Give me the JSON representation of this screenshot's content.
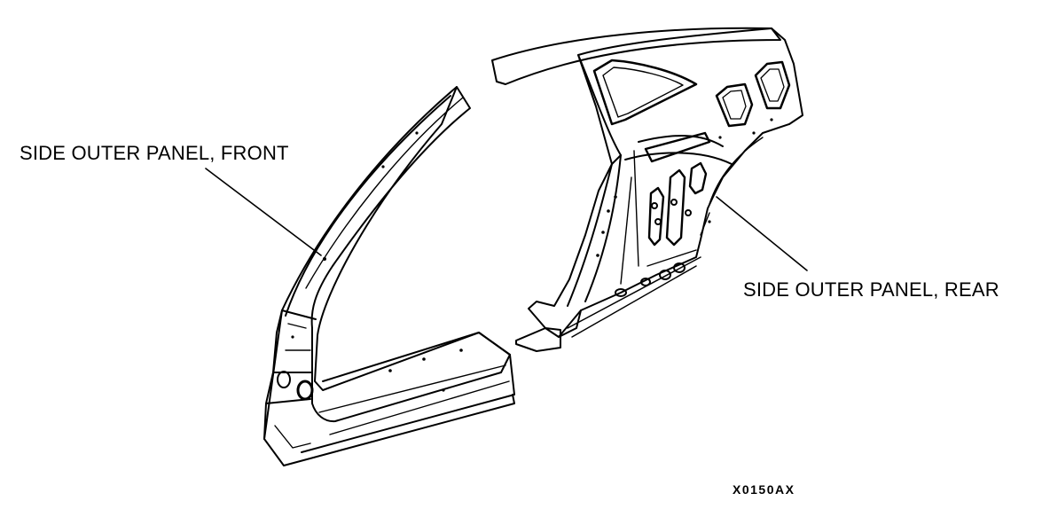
{
  "labels": {
    "front": "SIDE OUTER PANEL, FRONT",
    "rear": "SIDE OUTER PANEL, REAR"
  },
  "figure_code": "X0150AX",
  "colors": {
    "ink": "#000000",
    "paper": "#ffffff"
  }
}
